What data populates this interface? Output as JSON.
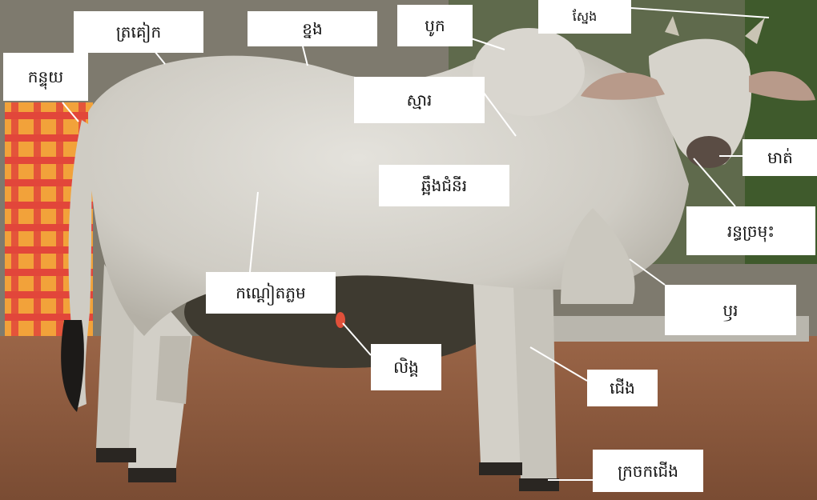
{
  "labels": {
    "tail": "កន្ទុយ",
    "hip": "ត្រគៀក",
    "back": "ខ្នង",
    "hump": "បូក",
    "horn": "ស្នែង",
    "shoulder": "ស្មារ",
    "ribs": "ឆ្អឹងជំនីរ",
    "eye": "មាត់",
    "nose": "រន្ធច្រមុះ",
    "flank": "កណ្តៀតភ្លម",
    "dewlap": "ឫរ",
    "genital": "លិង្គ",
    "leg": "ជើង",
    "hoof": "ក្រចកជើង"
  },
  "colors": {
    "soil": "#8a5a3c",
    "cow": "#d8d6cf",
    "tarp_red": "#e2463a",
    "tarp_orange": "#f2a23a",
    "wall": "#7e7a6e",
    "foliage": "#3f5a2c"
  }
}
